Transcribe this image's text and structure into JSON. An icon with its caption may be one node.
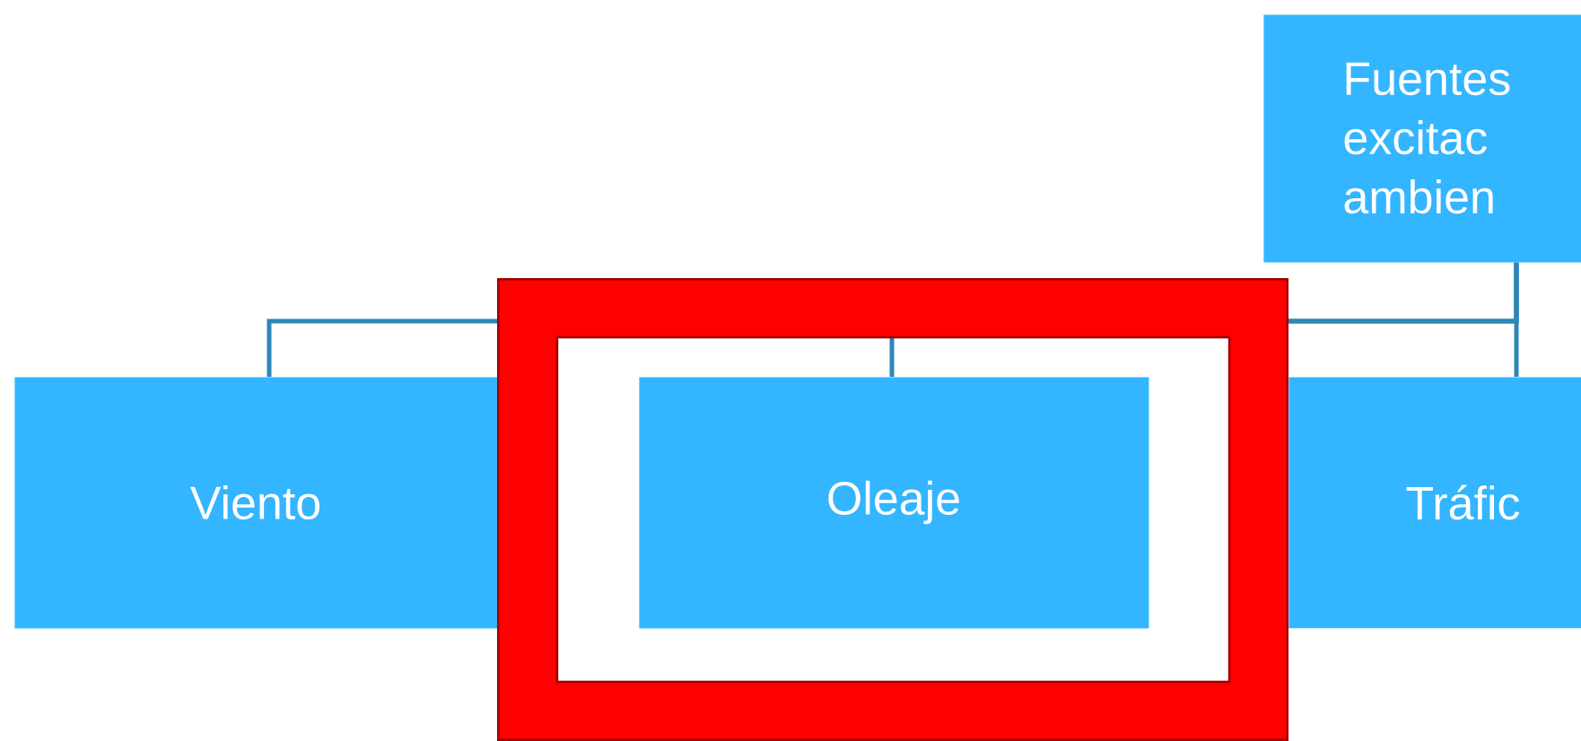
{
  "diagram": {
    "nodes": [
      {
        "text": [
          "Fuentes excitac ambien"
        ]
      },
      {
        "text": [
          "Viento"
        ]
      },
      {
        "text": [
          "Oleaje"
        ]
      },
      {
        "text": [
          "Tráfic"
        ]
      }
    ],
    "edges": [
      {
        "from": 0,
        "to": 1,
        "arrow": "none"
      },
      {
        "from": 0,
        "to": 2,
        "arrow": "none"
      },
      {
        "from": 0,
        "to": 3,
        "arrow": "none"
      }
    ]
  }
}
